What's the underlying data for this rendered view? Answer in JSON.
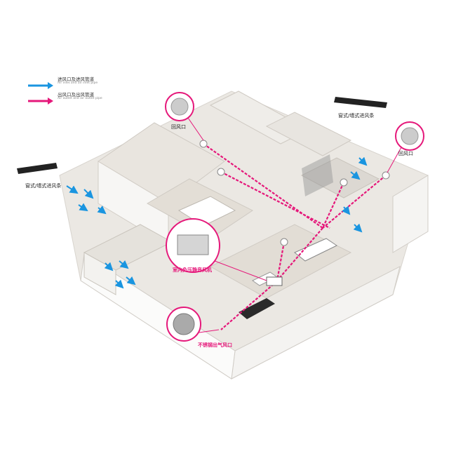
{
  "legend": {
    "inlet": {
      "cn": "进风口及进风管道",
      "en": "Air inlet and air inlet pipe",
      "color": "#1a95e0"
    },
    "outlet": {
      "cn": "出风口及出风管道",
      "en": "Air outlet and air outlet pipe",
      "color": "#e5187a"
    }
  },
  "callouts": {
    "return_vent_left": "回风口",
    "return_vent_right": "回风口",
    "window_inlet_left": "窗式/墙式进风条",
    "window_inlet_right": "窗式/墙式进风条",
    "fan": "室内负压静音风机",
    "exhaust": "不锈钢出气风口"
  },
  "colors": {
    "pink": "#e5187a",
    "blue": "#1a95e0",
    "wall": "#f2f1ef",
    "floor": "#e6e3de"
  }
}
